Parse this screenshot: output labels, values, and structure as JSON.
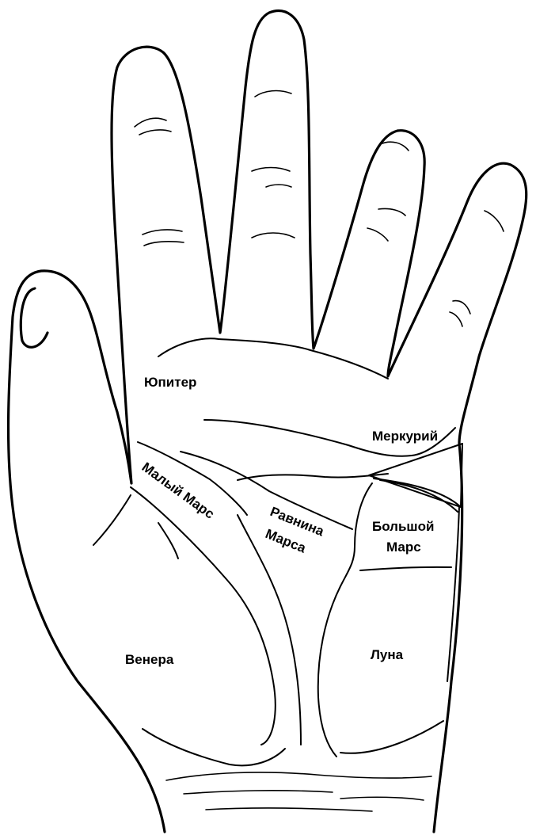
{
  "colors": {
    "background": "#ffffff",
    "ink": "#000000"
  },
  "labels": {
    "jupiter": "Юпитер",
    "mercury": "Меркурий",
    "lesser_mars": "Малый Марс",
    "plain_of_mars_line1": "Равнина",
    "plain_of_mars_line2": "Марса",
    "greater_mars_line1": "Большой",
    "greater_mars_line2": "Марс",
    "venus": "Венера",
    "moon": "Луна"
  }
}
